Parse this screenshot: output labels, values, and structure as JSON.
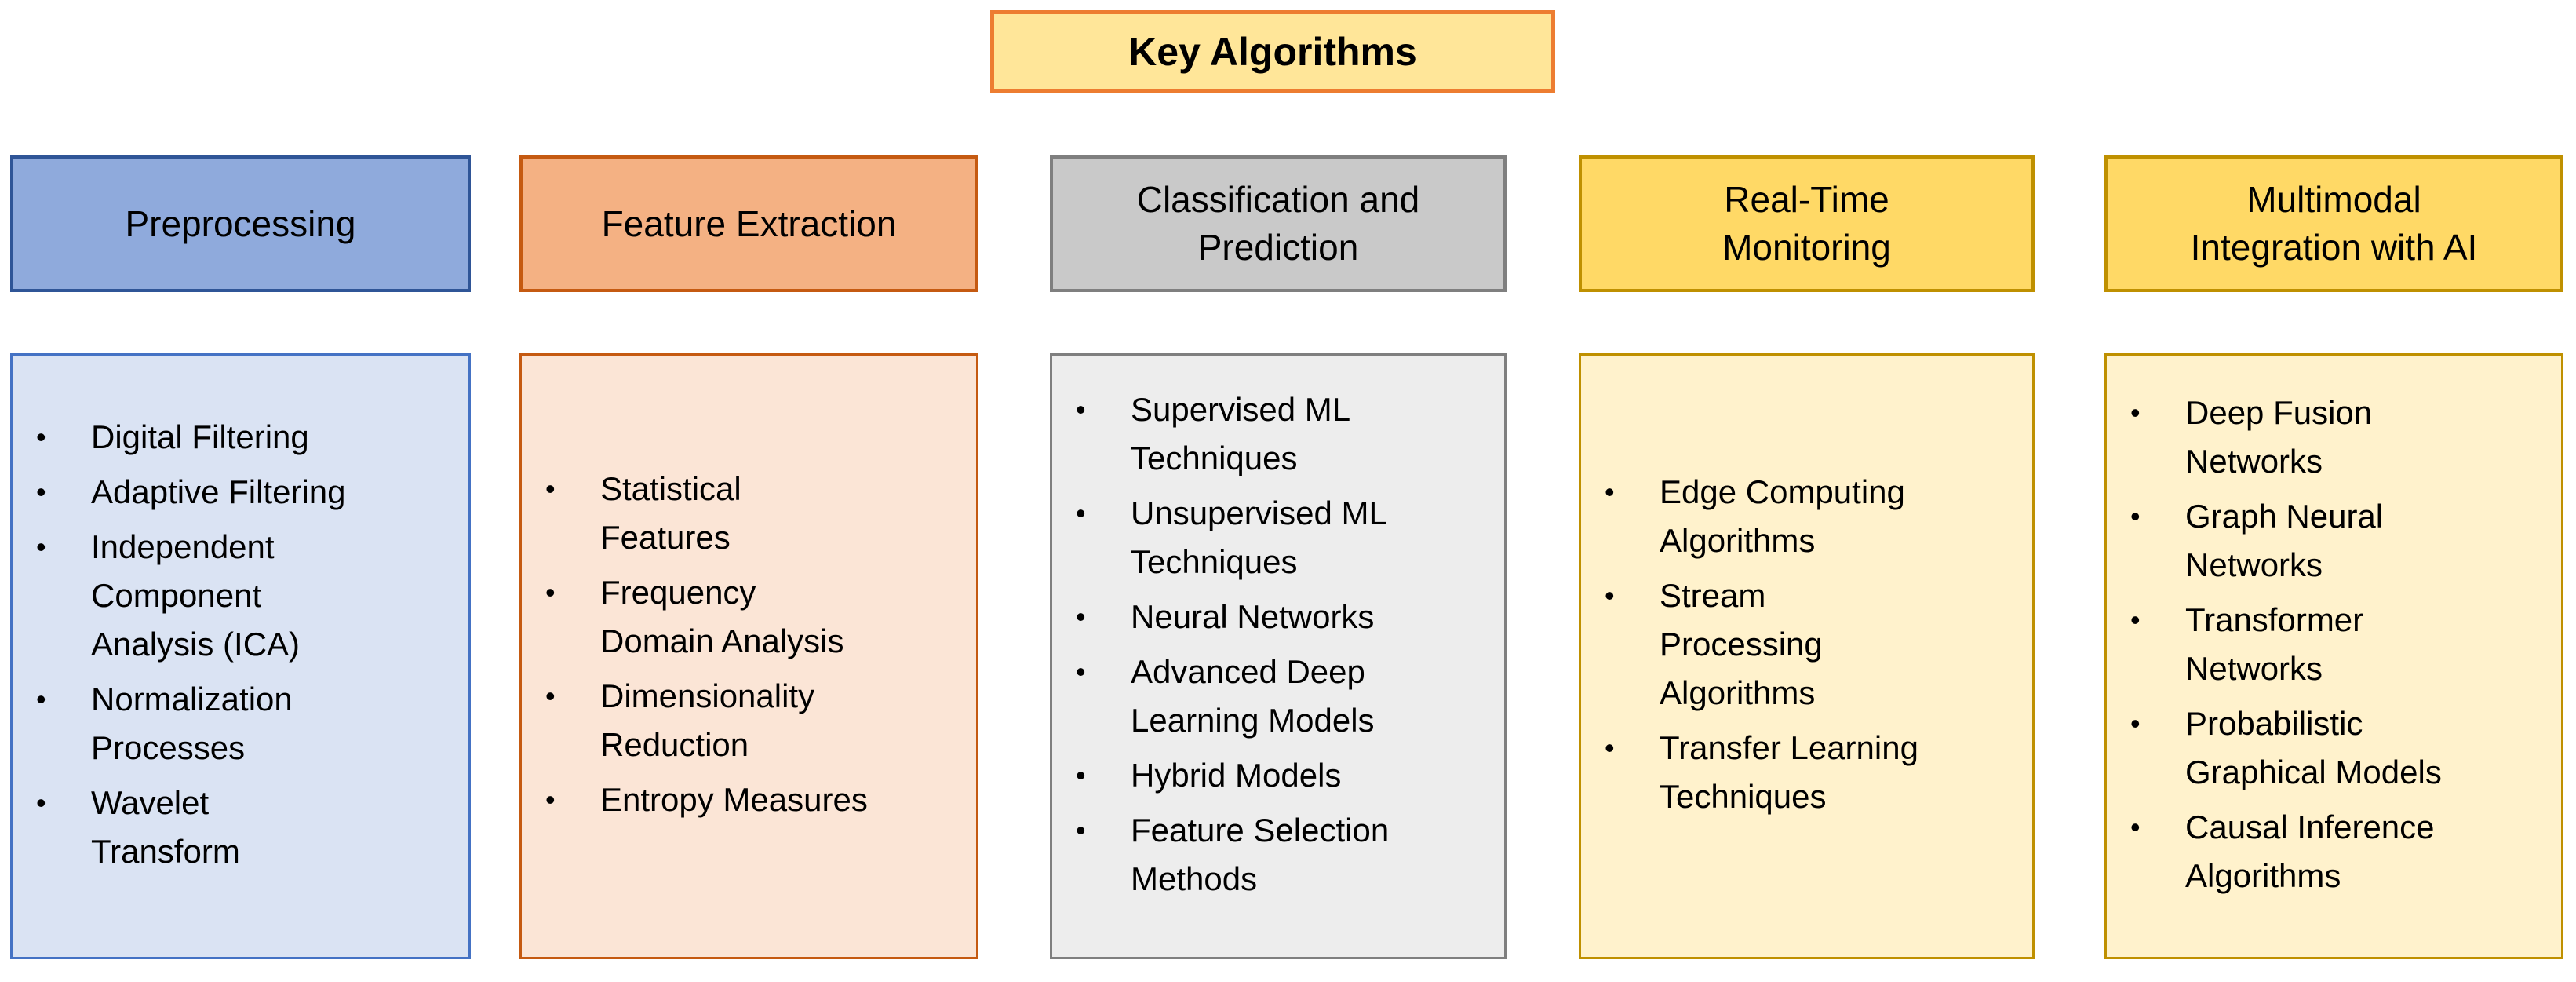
{
  "title": {
    "label": "Key Algorithms",
    "bg": "#FFE699",
    "border": "#ED7D31"
  },
  "bullet_glyph": "•",
  "columns": [
    {
      "id": "preprocessing",
      "header": "Preprocessing",
      "colors": {
        "header_bg": "#8FAADC",
        "header_border": "#2F5597",
        "body_bg": "#DAE3F3",
        "body_border": "#4472C4"
      },
      "items": [
        "Digital Filtering",
        "Adaptive Filtering",
        "Independent\nComponent\nAnalysis (ICA)",
        "Normalization\nProcesses",
        "Wavelet\nTransform"
      ]
    },
    {
      "id": "feature-extraction",
      "header": "Feature Extraction",
      "colors": {
        "header_bg": "#F4B183",
        "header_border": "#C55A11",
        "body_bg": "#FBE5D6",
        "body_border": "#C55A11"
      },
      "items": [
        "Statistical\nFeatures",
        "Frequency\nDomain Analysis",
        "Dimensionality\nReduction",
        "Entropy Measures"
      ]
    },
    {
      "id": "classification-and-prediction",
      "header": "Classification and\nPrediction",
      "colors": {
        "header_bg": "#C9C9C9",
        "header_border": "#7F7F7F",
        "body_bg": "#EDEDED",
        "body_border": "#7F7F7F"
      },
      "items": [
        "Supervised ML\nTechniques",
        "Unsupervised ML\nTechniques",
        "Neural Networks",
        "Advanced Deep\nLearning Models",
        "Hybrid Models",
        "Feature Selection\nMethods"
      ]
    },
    {
      "id": "real-time-monitoring",
      "header": "Real-Time\nMonitoring",
      "colors": {
        "header_bg": "#FFD966",
        "header_border": "#BF9000",
        "body_bg": "#FFF2CC",
        "body_border": "#BF9000"
      },
      "items": [
        "Edge Computing\nAlgorithms",
        "Stream\nProcessing\nAlgorithms",
        "Transfer Learning\nTechniques"
      ]
    },
    {
      "id": "multimodal-integration-with-ai",
      "header": "Multimodal\nIntegration with AI",
      "colors": {
        "header_bg": "#FFD966",
        "header_border": "#BF9000",
        "body_bg": "#FFF2CC",
        "body_border": "#BF9000"
      },
      "items": [
        "Deep Fusion\nNetworks",
        "Graph Neural\nNetworks",
        "Transformer\nNetworks",
        "Probabilistic\nGraphical Models",
        "Causal Inference\nAlgorithms"
      ]
    }
  ]
}
